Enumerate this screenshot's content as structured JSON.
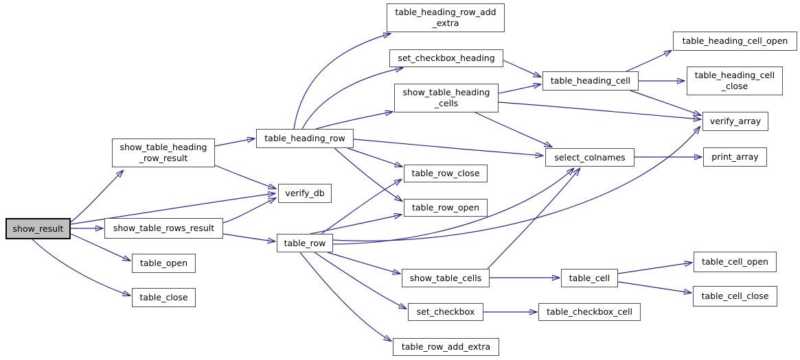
{
  "diagram": {
    "type": "call-graph",
    "colors": {
      "edge": "#232394",
      "node_border": "#4d4d4d",
      "node_background": "#ffffff",
      "root_node_background": "#bfbfbf",
      "root_node_border": "#000000",
      "text": "#000000"
    }
  },
  "nodes": [
    {
      "id": "show_result",
      "lines": [
        "show_result"
      ],
      "root": true
    },
    {
      "id": "show_table_heading_row_result",
      "lines": [
        "show_table_heading",
        "_row_result"
      ]
    },
    {
      "id": "show_table_rows_result",
      "lines": [
        "show_table_rows_result"
      ]
    },
    {
      "id": "table_open",
      "lines": [
        "table_open"
      ]
    },
    {
      "id": "table_close",
      "lines": [
        "table_close"
      ]
    },
    {
      "id": "table_heading_row",
      "lines": [
        "table_heading_row"
      ]
    },
    {
      "id": "verify_db",
      "lines": [
        "verify_db"
      ]
    },
    {
      "id": "table_row",
      "lines": [
        "table_row"
      ]
    },
    {
      "id": "table_heading_row_add_extra",
      "lines": [
        "table_heading_row_add",
        "_extra"
      ]
    },
    {
      "id": "set_checkbox_heading",
      "lines": [
        "set_checkbox_heading"
      ]
    },
    {
      "id": "show_table_heading_cells",
      "lines": [
        "show_table_heading",
        "_cells"
      ]
    },
    {
      "id": "table_row_close",
      "lines": [
        "table_row_close"
      ]
    },
    {
      "id": "table_row_open",
      "lines": [
        "table_row_open"
      ]
    },
    {
      "id": "show_table_cells",
      "lines": [
        "show_table_cells"
      ]
    },
    {
      "id": "set_checkbox",
      "lines": [
        "set_checkbox"
      ]
    },
    {
      "id": "table_row_add_extra",
      "lines": [
        "table_row_add_extra"
      ]
    },
    {
      "id": "table_heading_cell",
      "lines": [
        "table_heading_cell"
      ]
    },
    {
      "id": "select_colnames",
      "lines": [
        "select_colnames"
      ]
    },
    {
      "id": "table_cell",
      "lines": [
        "table_cell"
      ]
    },
    {
      "id": "table_checkbox_cell",
      "lines": [
        "table_checkbox_cell"
      ]
    },
    {
      "id": "table_heading_cell_open",
      "lines": [
        "table_heading_cell_open"
      ]
    },
    {
      "id": "table_heading_cell_close",
      "lines": [
        "table_heading_cell",
        "_close"
      ]
    },
    {
      "id": "verify_array",
      "lines": [
        "verify_array"
      ]
    },
    {
      "id": "print_array",
      "lines": [
        "print_array"
      ]
    },
    {
      "id": "table_cell_open",
      "lines": [
        "table_cell_open"
      ]
    },
    {
      "id": "table_cell_close",
      "lines": [
        "table_cell_close"
      ]
    }
  ],
  "edges": [
    {
      "from": "show_result",
      "to": "show_table_heading_row_result"
    },
    {
      "from": "show_result",
      "to": "verify_db"
    },
    {
      "from": "show_result",
      "to": "show_table_rows_result"
    },
    {
      "from": "show_result",
      "to": "table_open"
    },
    {
      "from": "show_result",
      "to": "table_close"
    },
    {
      "from": "show_table_heading_row_result",
      "to": "table_heading_row"
    },
    {
      "from": "show_table_heading_row_result",
      "to": "verify_db"
    },
    {
      "from": "show_table_rows_result",
      "to": "verify_db"
    },
    {
      "from": "show_table_rows_result",
      "to": "table_row"
    },
    {
      "from": "table_heading_row",
      "to": "table_heading_row_add_extra"
    },
    {
      "from": "table_heading_row",
      "to": "set_checkbox_heading"
    },
    {
      "from": "table_heading_row",
      "to": "show_table_heading_cells"
    },
    {
      "from": "table_heading_row",
      "to": "select_colnames"
    },
    {
      "from": "table_heading_row",
      "to": "table_row_close"
    },
    {
      "from": "table_heading_row",
      "to": "table_row_open"
    },
    {
      "from": "set_checkbox_heading",
      "to": "table_heading_cell"
    },
    {
      "from": "show_table_heading_cells",
      "to": "table_heading_cell"
    },
    {
      "from": "show_table_heading_cells",
      "to": "verify_array"
    },
    {
      "from": "show_table_heading_cells",
      "to": "select_colnames"
    },
    {
      "from": "table_heading_cell",
      "to": "table_heading_cell_open"
    },
    {
      "from": "table_heading_cell",
      "to": "table_heading_cell_close"
    },
    {
      "from": "table_heading_cell",
      "to": "verify_array"
    },
    {
      "from": "select_colnames",
      "to": "print_array"
    },
    {
      "from": "table_row",
      "to": "table_row_close"
    },
    {
      "from": "table_row",
      "to": "table_row_open"
    },
    {
      "from": "table_row",
      "to": "verify_array"
    },
    {
      "from": "table_row",
      "to": "select_colnames"
    },
    {
      "from": "table_row",
      "to": "show_table_cells"
    },
    {
      "from": "table_row",
      "to": "set_checkbox"
    },
    {
      "from": "table_row",
      "to": "table_row_add_extra"
    },
    {
      "from": "show_table_cells",
      "to": "table_cell"
    },
    {
      "from": "show_table_cells",
      "to": "select_colnames"
    },
    {
      "from": "table_cell",
      "to": "table_cell_open"
    },
    {
      "from": "table_cell",
      "to": "table_cell_close"
    },
    {
      "from": "set_checkbox",
      "to": "table_checkbox_cell"
    }
  ]
}
